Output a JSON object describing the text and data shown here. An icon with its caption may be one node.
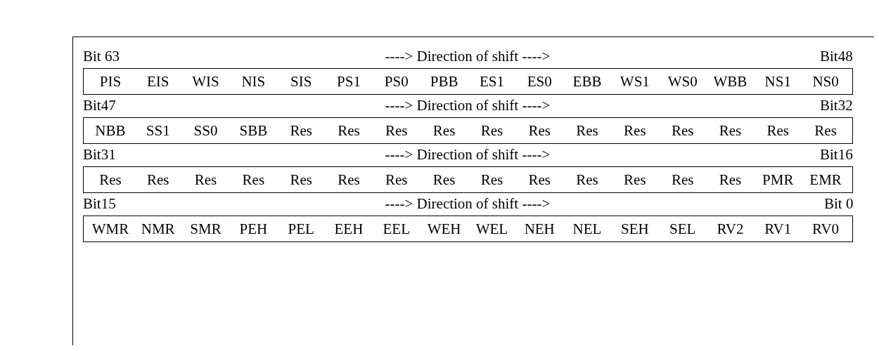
{
  "diagram": {
    "nodes": [
      {
        "text": [
          "PIS",
          "EIS",
          "WIS",
          "NIS",
          "SIS",
          "PS1",
          "PS0",
          "PBB",
          "ES1",
          "ES0",
          "EBB",
          "WS1",
          "WS0",
          "WBB",
          "NS1",
          "NS0"
        ]
      },
      {
        "text": [
          "NBB",
          "SS1",
          "SS0",
          "SBB",
          "Res",
          "Res",
          "Res",
          "Res",
          "Res",
          "Res",
          "Res",
          "Res",
          "Res",
          "Res",
          "Res",
          "Res"
        ]
      },
      {
        "text": [
          "Res",
          "Res",
          "Res",
          "Res",
          "Res",
          "Res",
          "Res",
          "Res",
          "Res",
          "Res",
          "Res",
          "Res",
          "Res",
          "Res",
          "PMR",
          "EMR"
        ]
      },
      {
        "text": [
          "WMR",
          "NMR",
          "SMR",
          "PEH",
          "PEL",
          "EEH",
          "EEL",
          "WEH",
          "WEL",
          "NEH",
          "NEL",
          "SEH",
          "SEL",
          "RV2",
          "RV1",
          "RV0"
        ]
      }
    ],
    "edges": [],
    "labels": [
      "Bit 63",
      "----> Direction of shift ---->",
      "Bit48",
      "Bit47",
      "----> Direction of shift ---->",
      "Bit32",
      "Bit31",
      "----> Direction of shift ---->",
      "Bit16",
      "Bit15",
      "----> Direction of shift ---->",
      "Bit 0"
    ]
  }
}
